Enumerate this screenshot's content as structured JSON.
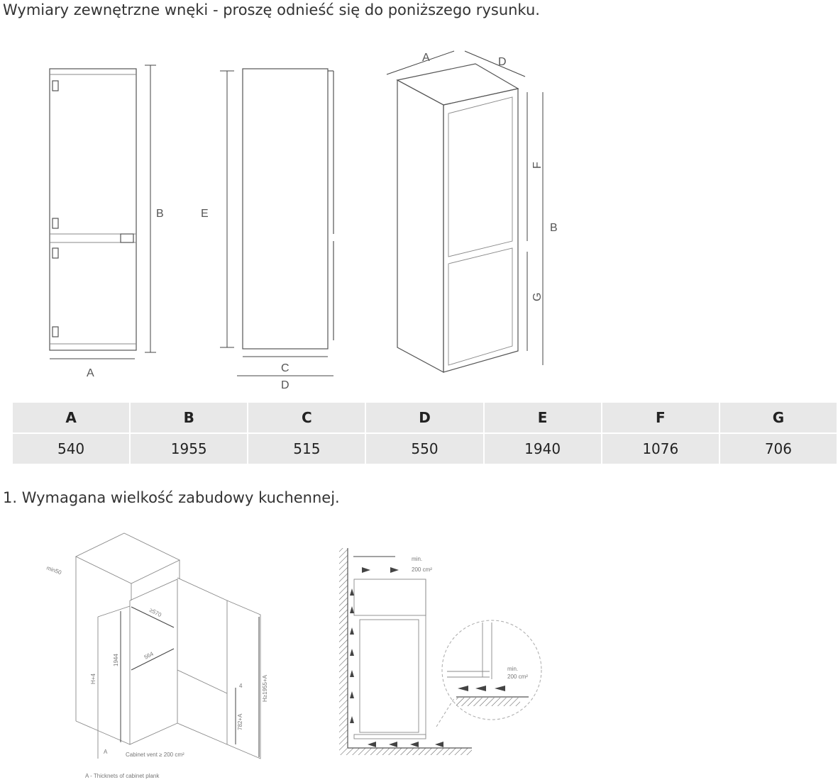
{
  "heading": "Wymiary zewnętrzne wnęki - proszę odnieść się do poniższego rysunku.",
  "section_heading": "1. Wymagana wielkość zabudowy kuchennej.",
  "drawing_labels": {
    "front": {
      "a": "A",
      "b": "B"
    },
    "side": {
      "c": "C",
      "d": "D",
      "e": "E"
    },
    "iso": {
      "a": "A",
      "d": "D",
      "f": "F",
      "b": "B",
      "g": "G"
    }
  },
  "table": {
    "headers": [
      "A",
      "B",
      "C",
      "D",
      "E",
      "F",
      "G"
    ],
    "values": [
      "540",
      "1955",
      "515",
      "550",
      "1940",
      "1076",
      "706"
    ]
  },
  "install_labels": {
    "min50": "min50",
    "depth570": "≥570",
    "height1944": "1944",
    "width564": "564",
    "h4": "H+4",
    "gap4": "4",
    "h782": "782+A",
    "h1955": "H≥1955+A",
    "a": "A",
    "vent": "Cabinet vent ≥ 200 cm²",
    "note": "A - Thicknets of cabinet plank"
  },
  "vent_labels": {
    "top_min": "min.",
    "top_area": "200 cm²",
    "detail_min": "min.",
    "detail_area": "200 cm²"
  }
}
